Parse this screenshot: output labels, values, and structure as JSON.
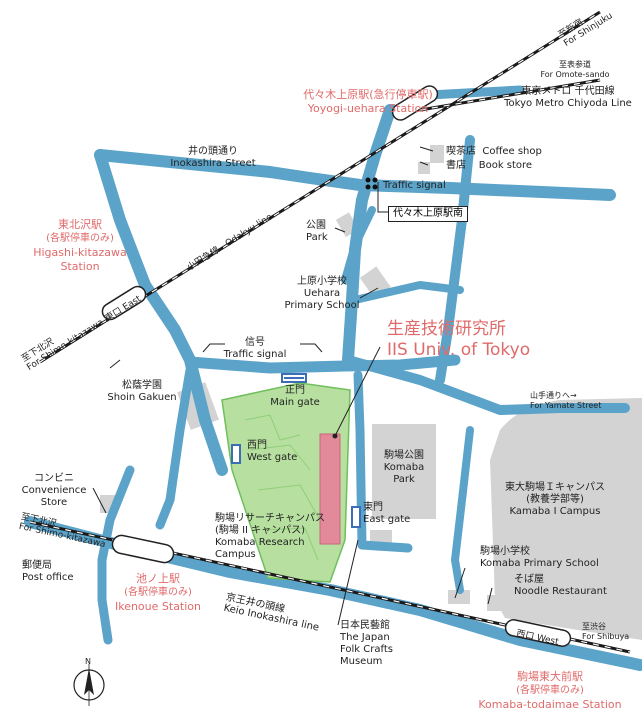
{
  "colors": {
    "road": "#5ba3c9",
    "rail": "#1a1a1a",
    "campus": "#b7e0a0",
    "campus_border": "#6fbf5a",
    "building": "#e2899a",
    "park": "#d3d3d3",
    "accent": "#e06a6a"
  },
  "labels": {
    "for_shinjuku": [
      "至新宿",
      "For Shinjuku"
    ],
    "for_omotesando": [
      "至表参道",
      "For Omote-sando"
    ],
    "yoyogi_station": [
      "代々木上原駅(急行停車駅)",
      "Yoyogi-uehara Station"
    ],
    "chiyoda_line": [
      "東京メトロ 千代田線",
      "Tokyo Metro Chiyoda Line"
    ],
    "inokashira_st": [
      "井の頭通り",
      "Inokashira Street"
    ],
    "coffee_shop": [
      "喫茶店",
      "Coffee shop"
    ],
    "book_store": [
      "書店",
      "Book store"
    ],
    "traffic_signal_top": "Traffic signal",
    "yoyogi_minami": "代々木上原駅南",
    "odakyu_line": "小田急線　Odakyu line",
    "east_gate_rail": "東口 East",
    "for_shimokitazawa_top": [
      "至下北沢",
      "For Shimo-kitazawa"
    ],
    "higashi_kitazawa": [
      "東北沢駅",
      "(各駅停車のみ)",
      "Higashi-kitazawa",
      "Station"
    ],
    "park": [
      "公園",
      "Park"
    ],
    "uehara_school": [
      "上原小学校",
      "Uehara",
      "Primary School"
    ],
    "iis": [
      "生産技術研究所",
      "IIS Univ. of Tokyo"
    ],
    "signal_mid": [
      "信号",
      "Traffic signal"
    ],
    "yamate_st": [
      "山手通りへ→",
      "For Yamate Street"
    ],
    "shoin": [
      "松蔭学園",
      "Shoin Gakuen"
    ],
    "main_gate": [
      "正門",
      "Main gate"
    ],
    "west_gate": [
      "西門",
      "West gate"
    ],
    "komaba_park": [
      "駒場公園",
      "Komaba",
      "Park"
    ],
    "komaba_i": [
      "東大駒場Ｉキャンパス",
      "(教養学部等)",
      "Kamaba I Campus"
    ],
    "convenience": [
      "コンビニ",
      "Convenience",
      "Store"
    ],
    "komaba_research": [
      "駒場リサーチキャンパス",
      "(駒場 II キャンパス)",
      "Komaba Research",
      "Campus"
    ],
    "east_gate": [
      "東門",
      "East gate"
    ],
    "for_shimokitazawa_bottom": [
      "至下北沢",
      "For Shimo-kitazawa"
    ],
    "post_office": [
      "郵便局",
      "Post office"
    ],
    "komaba_primary": [
      "駒場小学校",
      "Komaba Primary School"
    ],
    "noodle": [
      "そば屋",
      "Noodle Restaurant"
    ],
    "ikenoue": [
      "池ノ上駅",
      "(各駅停車のみ)",
      "Ikenoue Station"
    ],
    "keio_line": [
      "京王井の頭線",
      "Keio Inokashira line"
    ],
    "folk_crafts": [
      "日本民藝館",
      "The Japan",
      "Folk Crafts",
      "Museum"
    ],
    "west_rail": "西口 West",
    "for_shibuya": [
      "至渋谷",
      "For Shibuya"
    ],
    "komaba_todaimae": [
      "駒場東大前駅",
      "(各駅停車のみ)",
      "Komaba-todaimae Station"
    ],
    "north": "N"
  }
}
